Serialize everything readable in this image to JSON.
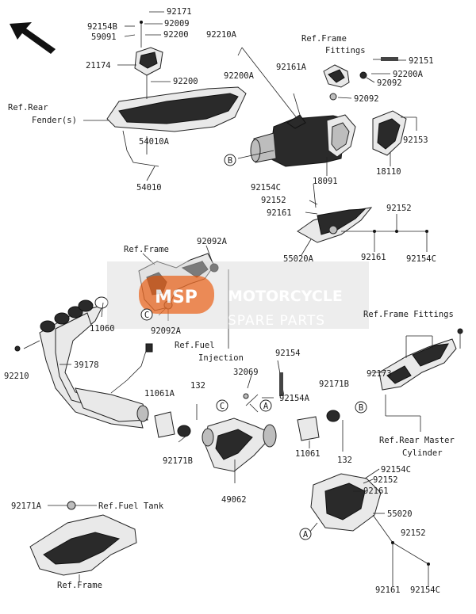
{
  "watermark": {
    "badge": "MSP",
    "line1": "MOTORCYCLE",
    "line2": "SPARE PARTS",
    "color": "#e8611a"
  },
  "callouts": {
    "c_A": "A",
    "c_B": "B",
    "c_C": "C"
  },
  "labels": {
    "p92171": "92171",
    "p92154B": "92154B",
    "p92009": "92009",
    "p59091": "59091",
    "p92200_a": "92200",
    "p21174": "21174",
    "p92200_b": "92200",
    "ref_rear_fender_1": "Ref.Rear",
    "ref_rear_fender_2": "Fender(s)",
    "p54010A": "54010A",
    "p54010": "54010",
    "p92210A": "92210A",
    "p92200A_left": "92200A",
    "p92161A": "92161A",
    "ref_frame_fittings_top_1": "Ref.Frame",
    "ref_frame_fittings_top_2": "Fittings",
    "p92151": "92151",
    "p92200A_right": "92200A",
    "p92092_a": "92092",
    "p92092_b": "92092",
    "p92153": "92153",
    "p18091": "18091",
    "p18110": "18110",
    "p92154C_a": "92154C",
    "p92152_a": "92152",
    "p92161_a": "92161",
    "p92152_b": "92152",
    "p55020A": "55020A",
    "p92161_b": "92161",
    "p92154C_b": "92154C",
    "ref_frame_mid": "Ref.Frame",
    "p92092A_a": "92092A",
    "p11060": "11060",
    "p92092A_b": "92092A",
    "ref_fuel_inj_1": "Ref.Fuel",
    "ref_fuel_inj_2": "Injection",
    "p92210": "92210",
    "p39178": "39178",
    "p92154": "92154",
    "p32069": "32069",
    "p92154A": "92154A",
    "p92171B_a": "92171B",
    "p11061A": "11061A",
    "p132_a": "132",
    "p92171B_b": "92171B",
    "p11061": "11061",
    "p132_b": "132",
    "p49062": "49062",
    "ref_frame_fittings_right": "Ref.Frame Fittings",
    "p92173": "92173",
    "ref_rear_master_1": "Ref.Rear Master",
    "ref_rear_master_2": "Cylinder",
    "p92154C_c": "92154C",
    "p92152_c": "92152",
    "p92161_c": "92161",
    "p55020": "55020",
    "p92152_d": "92152",
    "p92161_d": "92161",
    "p92154C_d": "92154C",
    "p92171A": "92171A",
    "ref_fuel_tank": "Ref.Fuel Tank",
    "ref_frame_bottom": "Ref.Frame"
  }
}
